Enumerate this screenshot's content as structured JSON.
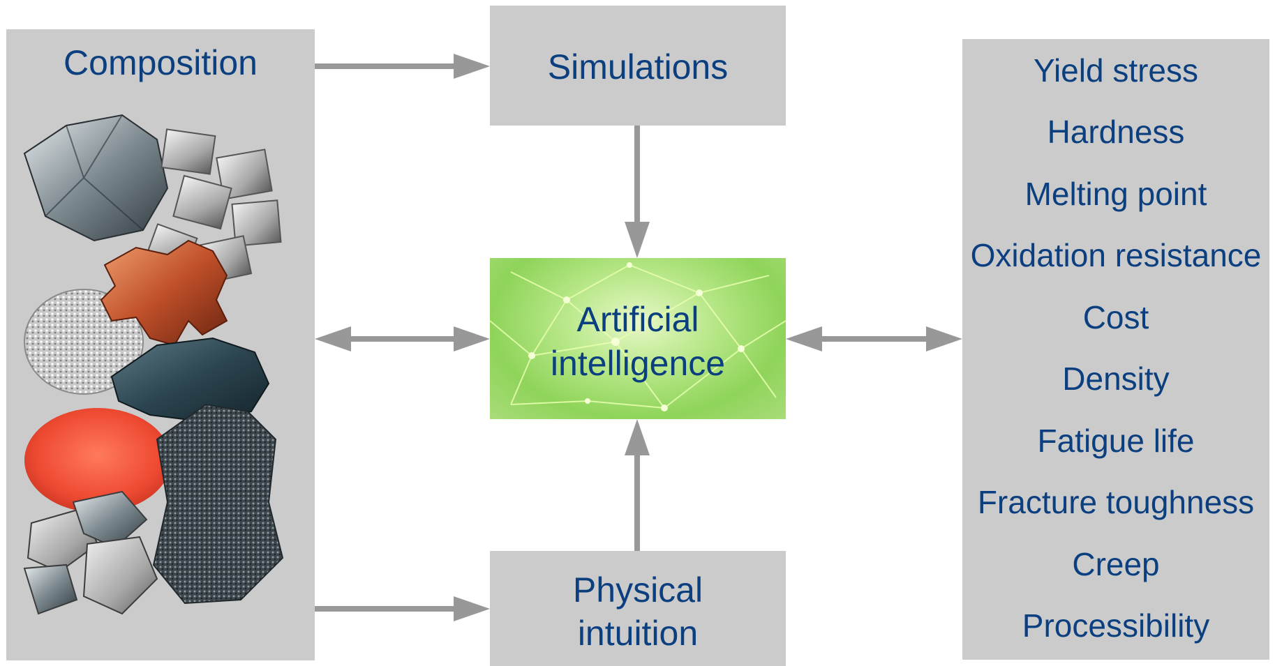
{
  "composition": {
    "title": "Composition"
  },
  "simulations": {
    "label": "Simulations"
  },
  "ai": {
    "line1": "Artificial",
    "line2": "intelligence"
  },
  "physical": {
    "line1": "Physical",
    "line2": "intuition"
  },
  "properties": [
    "Yield stress",
    "Hardness",
    "Melting point",
    "Oxidation resistance",
    "Cost",
    "Density",
    "Fatigue life",
    "Fracture toughness",
    "Creep",
    "Processibility"
  ]
}
